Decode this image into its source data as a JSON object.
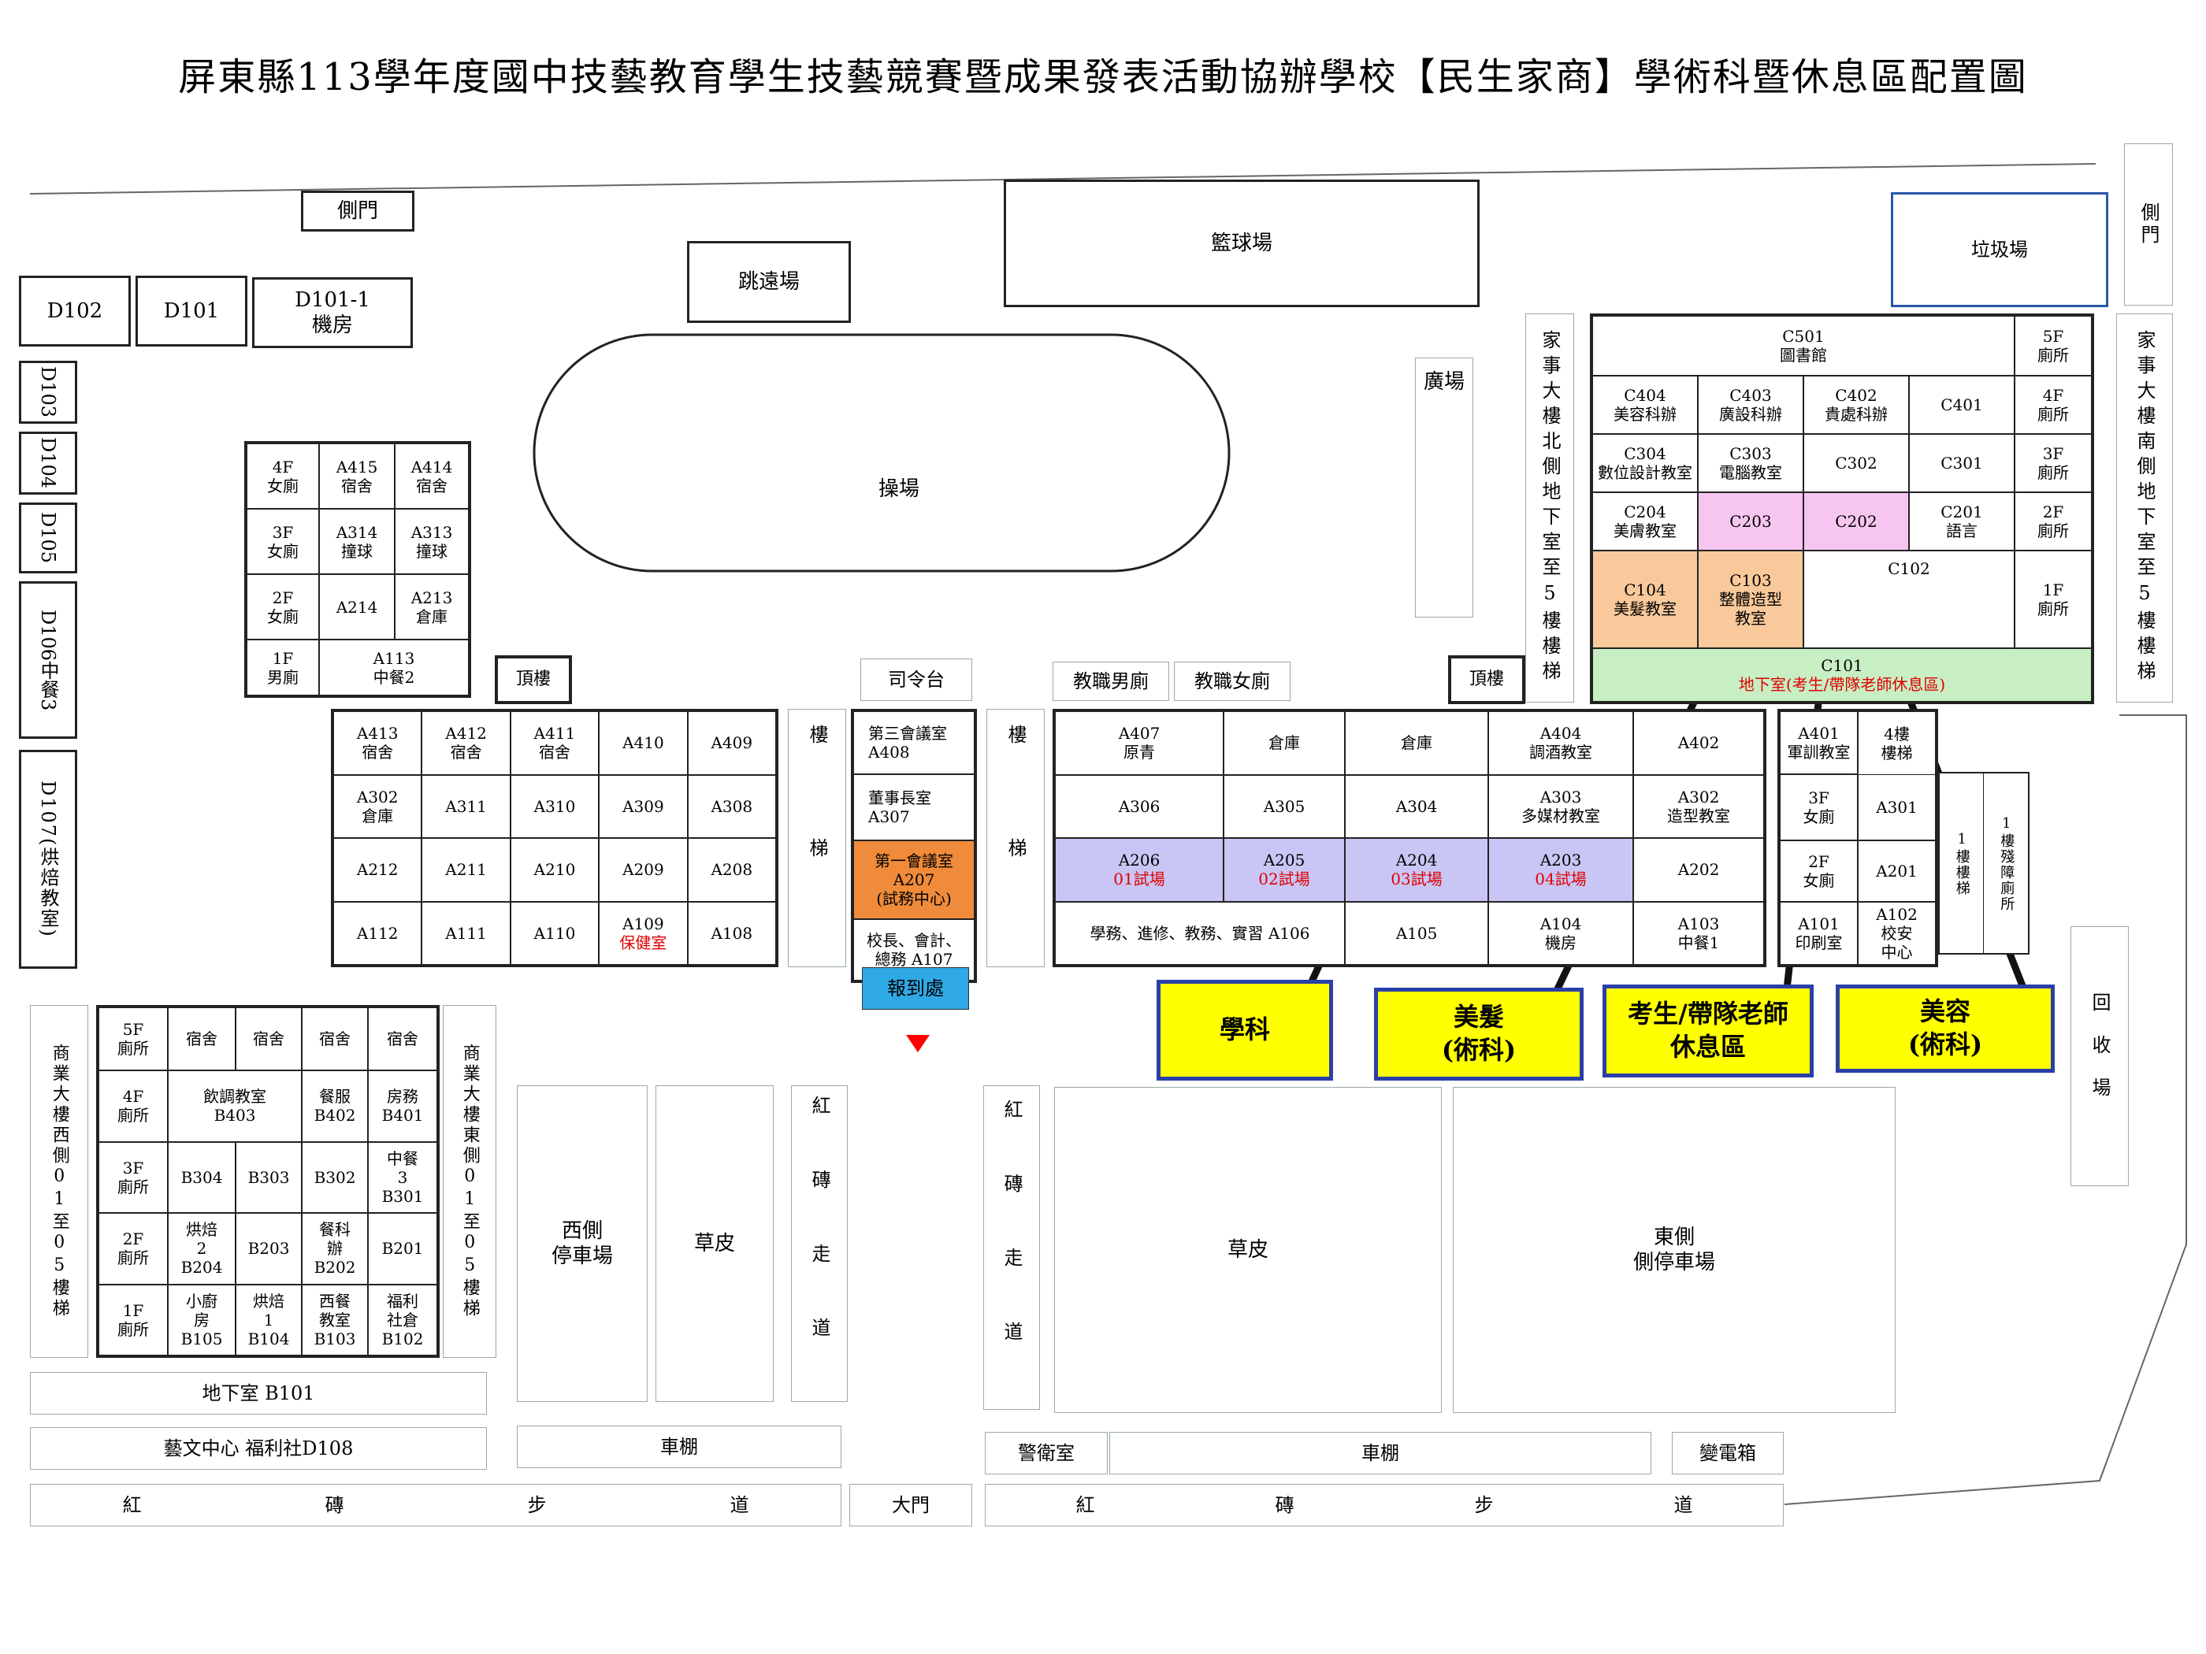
{
  "title": "屏東縣113學年度國中技藝教育學生技藝競賽暨成果發表活動協辦學校【民生家商】學術科暨休息區配置圖",
  "gates": {
    "side_gate": "側門",
    "side_gate_right": "側門",
    "main_gate": "大門"
  },
  "sports": {
    "long_jump": "跳遠場",
    "basketball": "籃球場",
    "track": "操場",
    "plaza": "廣場",
    "garbage": "垃圾場",
    "recycle": "回收場"
  },
  "d_block": {
    "d102": "D102",
    "d101": "D101",
    "d101_1": "D101-1\n機房",
    "d103": "D103",
    "d104": "D104",
    "d105": "D105",
    "d106": "D106中餐3",
    "d107": "D107(烘焙教室)"
  },
  "a_west": [
    [
      "4F\n女廁",
      "A415\n宿舍",
      "A414\n宿舍"
    ],
    [
      "3F\n女廁",
      "A314\n撞球",
      "A313\n撞球"
    ],
    [
      "2F\n女廁",
      "A214",
      "A213\n倉庫"
    ]
  ],
  "a_west_1f": {
    "wc": "1F\n男廁",
    "a113": "A113\n中餐2"
  },
  "roof": "頂樓",
  "a_main": [
    [
      "A413\n宿舍",
      "A412\n宿舍",
      "A411\n宿舍",
      "A410",
      "A409"
    ],
    [
      "A302\n倉庫",
      "A311",
      "A310",
      "A309",
      "A308"
    ],
    [
      "A212",
      "A211",
      "A210",
      "A209",
      "A208"
    ],
    [
      "A112",
      "A111",
      "A110",
      "A109",
      "A108"
    ]
  ],
  "a109_note": "保健室",
  "stairs": "樓梯",
  "podium": "司令台",
  "center": {
    "a408": "第三會議室\nA408",
    "a307": "董事長室\nA307",
    "a207": "第一會議室\nA207\n(試務中心)",
    "a107": "校長、會計、\n總務 A107",
    "checkin": "報到處"
  },
  "staff_wc": {
    "male": "教職男廁",
    "female": "教職女廁"
  },
  "a_east": [
    [
      "A407\n原青",
      "倉庫",
      "倉庫",
      "A404\n調酒教室",
      "A402"
    ],
    [
      "A306",
      "A305",
      "A304",
      "A303\n多媒材教室",
      "A302\n造型教室"
    ],
    [
      "A206",
      "A205",
      "A204",
      "A203",
      "A202"
    ],
    [
      "學務、進修、教務、實習 A106",
      "A105",
      "A104\n機房",
      "A103\n中餐1"
    ]
  ],
  "exam_rooms": [
    "01試場",
    "02試場",
    "03試場",
    "04試場"
  ],
  "a_right": [
    [
      "A401\n軍訓教室",
      "4樓\n樓梯"
    ],
    [
      "3F\n女廁",
      "A301"
    ],
    [
      "2F\n女廁",
      "A201"
    ],
    [
      "A101\n印刷室",
      "A102\n校安\n中心"
    ]
  ],
  "a_right_side": {
    "stairs1": "1樓樓梯",
    "accessible_wc": "1樓殘障廁所"
  },
  "c_block": {
    "c501": "C501\n圖書館",
    "wc5": "5F\n廁所",
    "c404": "C404\n美容科辦",
    "c403": "C403\n廣設科辦",
    "c402": "C402\n貴處科辦",
    "c401": "C401",
    "wc4": "4F\n廁所",
    "c304": "C304\n數位設計教室",
    "c303": "C303\n電腦教室",
    "c302": "C302",
    "c301": "C301",
    "wc3": "3F\n廁所",
    "c204": "C204\n美膚教室",
    "c203": "C203",
    "c202": "C202",
    "c201": "C201\n語言",
    "wc2": "2F\n廁所",
    "c104": "C104\n美髮教室",
    "c103": "C103\n整體造型\n教室",
    "c102": "C102",
    "wc1": "1F\n廁所",
    "c101": "C101",
    "c101_note": "地下室(考生/帶隊老師休息區)"
  },
  "home_north": "家事大樓北側地下室至5樓樓梯",
  "home_south": "家事大樓南側地下室至5樓樓梯",
  "callouts": {
    "academic": "學科",
    "hair": "美髮\n(術科)",
    "rest": "考生/帶隊老師\n休息區",
    "beauty": "美容\n(術科)"
  },
  "b_block": [
    [
      "5F\n廁所",
      "宿舍",
      "宿舍",
      "宿舍",
      "宿舍"
    ],
    [
      "4F\n廁所",
      "飲調教室\nB403",
      "餐服\nB402",
      "房務\nB401"
    ],
    [
      "3F\n廁所",
      "B304",
      "B303",
      "B302",
      "中餐\n3\nB301"
    ],
    [
      "2F\n廁所",
      "烘焙\n2\nB204",
      "B203",
      "餐科\n辦\nB202",
      "B201"
    ],
    [
      "1F\n廁所",
      "小廚\n房\nB105",
      "烘焙\n1\nB104",
      "西餐\n教室\nB103",
      "福利\n社倉\nB102"
    ]
  ],
  "biz_west": "商業大樓西側01至05樓梯",
  "biz_east": "商業大樓東側01至05樓梯",
  "basement_b101": "地下室 B101",
  "arts_center": "藝文中心 福利社D108",
  "west_parking": "西側\n停車場",
  "lawn": "草皮",
  "lawn2": "草皮",
  "east_parking": "東側\n側停車場",
  "brick_path": "紅磚走道",
  "bike_shed": "車棚",
  "bike_shed2": "車棚",
  "guard": "警衛室",
  "transformer": "變電箱",
  "walk_left": [
    "紅",
    "磚",
    "步",
    "道"
  ],
  "walk_right": [
    "紅",
    "磚",
    "步",
    "道"
  ],
  "colors": {
    "yellow": "#ffff00",
    "callout_border": "#2a3fa8",
    "pink": "#f7c6f0",
    "peach": "#f9c99b",
    "green": "#c8efc3",
    "lavender": "#c9c6f5",
    "orange": "#ef8b3b",
    "cyan": "#2fa9e6",
    "red": "#e00000",
    "garbage_border": "#2a57a8"
  }
}
